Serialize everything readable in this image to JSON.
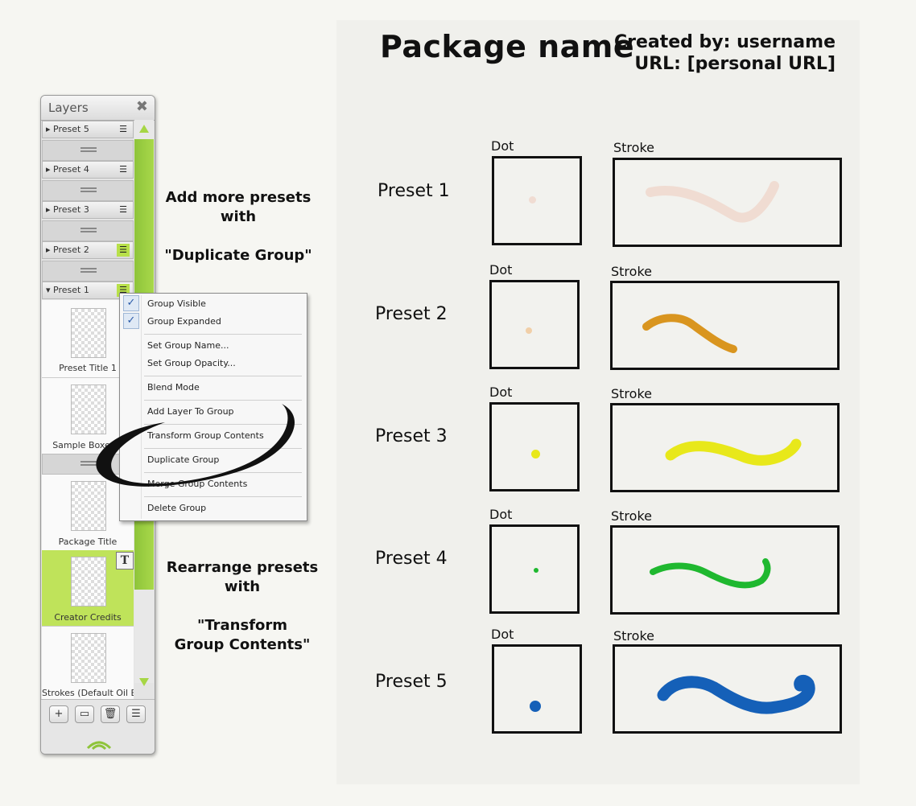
{
  "sheet": {
    "title": "Package name",
    "created_by": "Created by: username",
    "url": "URL: [personal URL]",
    "dot_label": "Dot",
    "stroke_label": "Stroke",
    "presets": [
      {
        "name": "Preset 1",
        "color": "#f0dcd2"
      },
      {
        "name": "Preset 2",
        "color": "#d9951f"
      },
      {
        "name": "Preset 3",
        "color": "#e8e81a"
      },
      {
        "name": "Preset 4",
        "color": "#1fb82f"
      },
      {
        "name": "Preset 5",
        "color": "#1560b8"
      }
    ]
  },
  "notes": {
    "add_line1": "Add more presets",
    "add_line2": "with",
    "add_line3": "\"Duplicate Group\"",
    "rearrange_line1": "Rearrange presets",
    "rearrange_line2": "with",
    "rearrange_line3": "\"Transform",
    "rearrange_line4": "Group Contents\""
  },
  "layers": {
    "title": "Layers",
    "close_icon": "close-icon",
    "groups": [
      "Preset 5",
      "Preset 4",
      "Preset 3",
      "Preset 2",
      "Preset 1"
    ],
    "thumbs": [
      "Preset Title 1",
      "Sample Boxes T",
      "Package Title",
      "Creator Credits",
      "Strokes (Default Oil Br"
    ],
    "text_badge": "T",
    "footer_icons": [
      "add-layer-icon",
      "folder-icon",
      "trash-icon",
      "menu-icon"
    ],
    "accent": "#a6d645"
  },
  "menu": {
    "items": [
      {
        "label": "Group Visible",
        "checked": true
      },
      {
        "label": "Group Expanded",
        "checked": true
      },
      {
        "label": "Set Group Name..."
      },
      {
        "label": "Set Group Opacity..."
      },
      {
        "label": "Blend Mode"
      },
      {
        "label": "Add Layer To Group"
      },
      {
        "label": "Transform Group Contents"
      },
      {
        "label": "Duplicate Group"
      },
      {
        "label": "Merge Group Contents"
      },
      {
        "label": "Delete Group"
      }
    ],
    "check_glyph": "✓"
  }
}
